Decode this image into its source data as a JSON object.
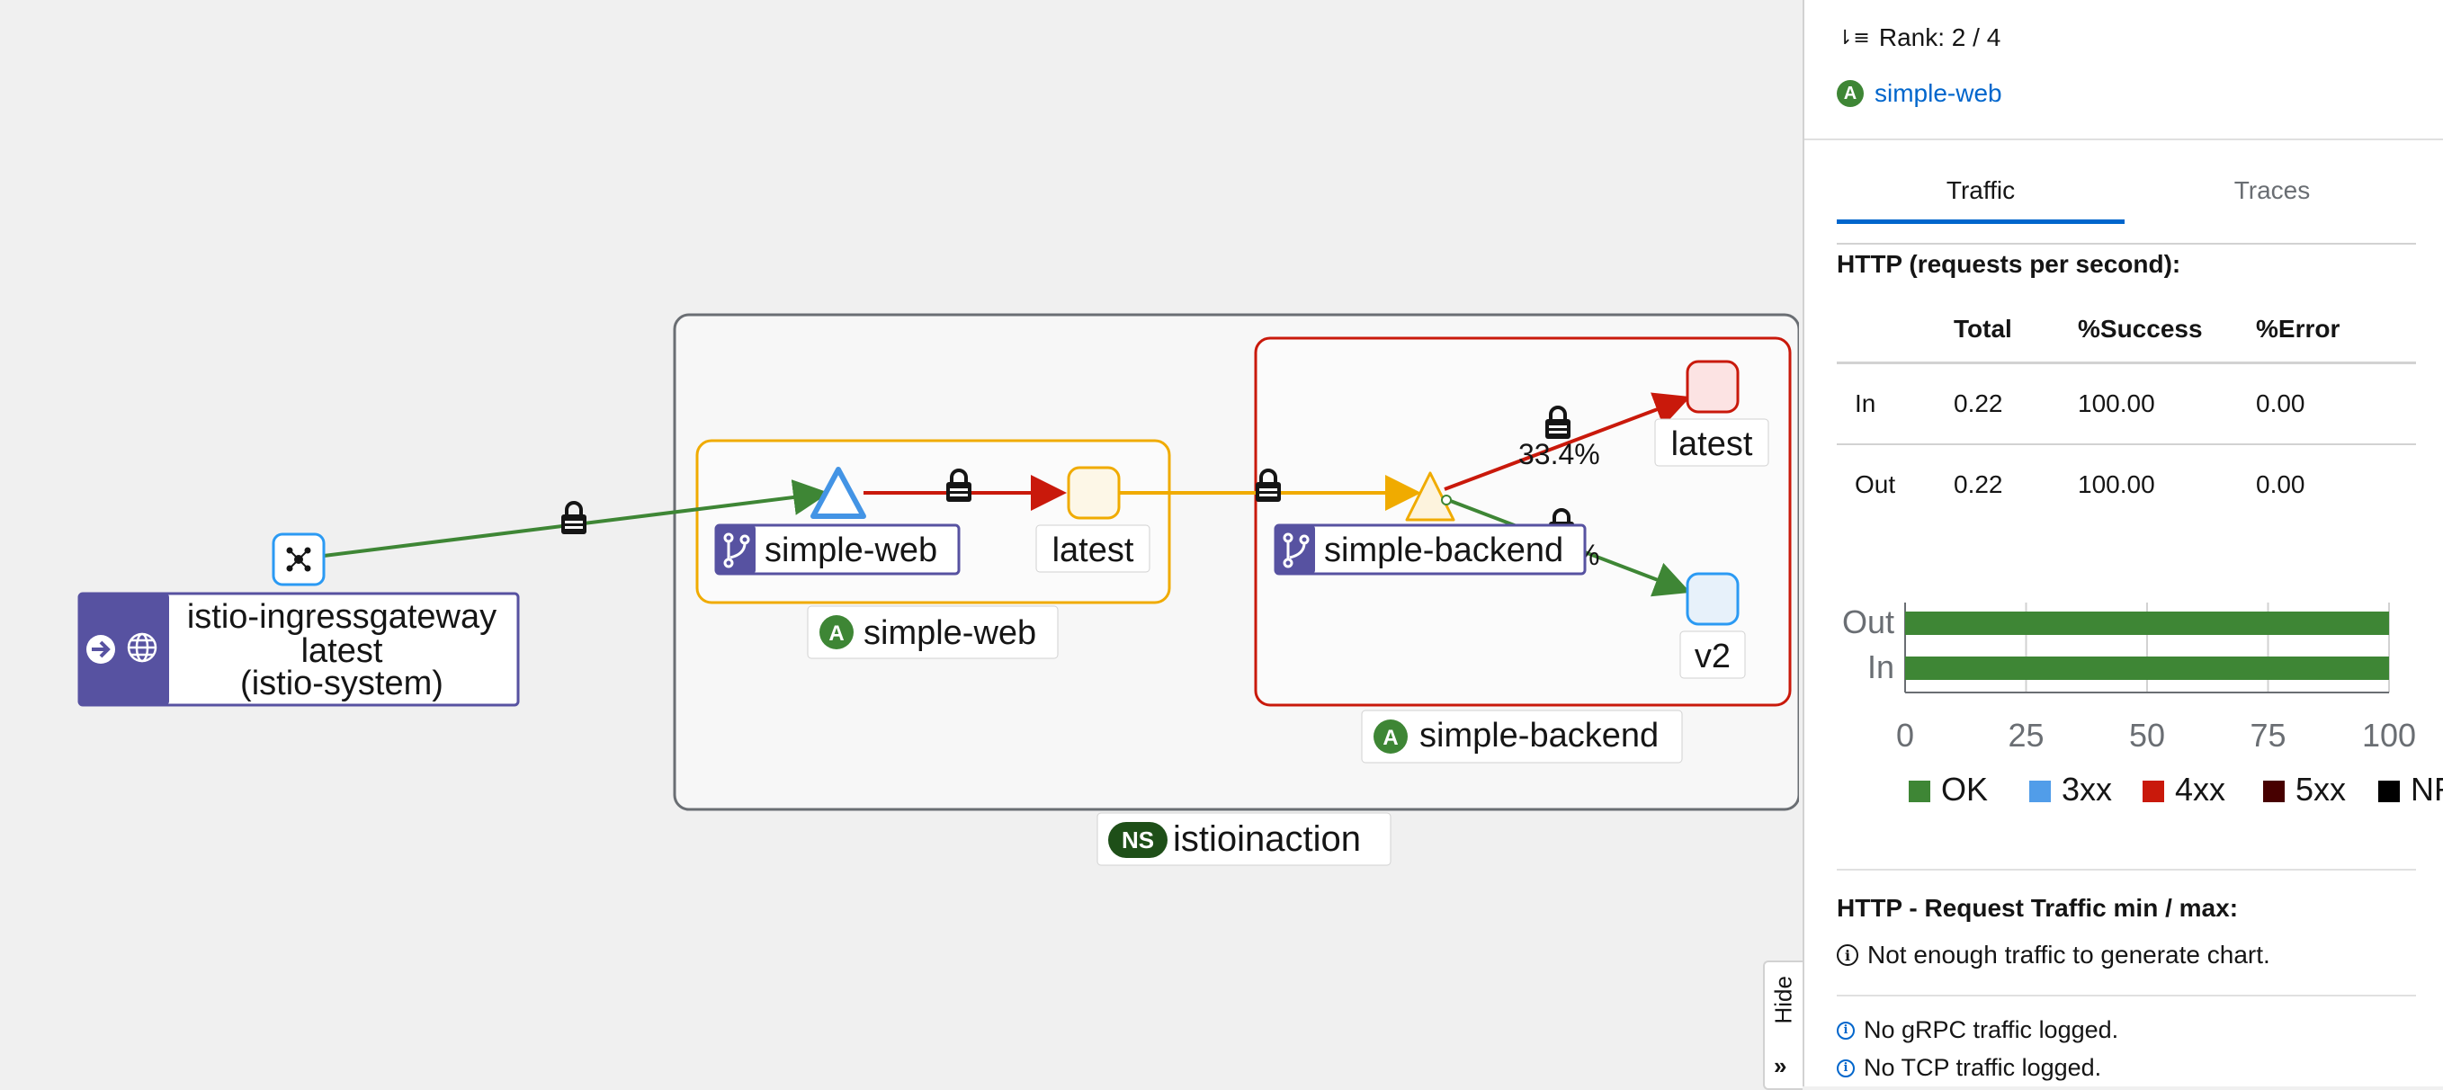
{
  "graph": {
    "namespace_badge": "NS",
    "namespace": "istioinaction",
    "ingress": {
      "line1": "istio-ingressgateway",
      "line2": "latest",
      "line3": "(istio-system)"
    },
    "web_app": {
      "badge": "A",
      "label": "simple-web",
      "workload": "simple-web",
      "version": "latest"
    },
    "backend_app": {
      "badge": "A",
      "label": "simple-backend",
      "workload": "simple-backend",
      "version_latest": "latest",
      "version_v2": "v2"
    },
    "edge_pct_top": "33.4%",
    "edge_pct_bottom": "%",
    "colors": {
      "success": "#3e8635",
      "error": "#c9190b",
      "warning": "#f0ab00",
      "accent": "#0066cc",
      "purple": "#5752a1"
    }
  },
  "panel": {
    "rank_icon": "sort-rank-icon",
    "rank": "Rank: 2 / 4",
    "app_badge": "A",
    "app_name": "simple-web",
    "tabs": [
      "Traffic",
      "Traces"
    ],
    "http_heading": "HTTP (requests per second):",
    "table": {
      "headers": [
        "",
        "Total",
        "%Success",
        "%Error"
      ],
      "rows": [
        [
          "In",
          "0.22",
          "100.00",
          "0.00"
        ],
        [
          "Out",
          "0.22",
          "100.00",
          "0.00"
        ]
      ]
    },
    "min_max_heading": "HTTP - Request Traffic min / max:",
    "not_enough": "Not enough traffic to generate chart.",
    "no_grpc": "No gRPC traffic logged.",
    "no_tcp": "No TCP traffic logged.",
    "hide_label": "Hide"
  },
  "chart_data": {
    "type": "bar",
    "orientation": "horizontal",
    "stacked": true,
    "categories": [
      "Out",
      "In"
    ],
    "series": [
      {
        "name": "OK",
        "values": [
          100,
          100
        ],
        "color": "#3e8635"
      },
      {
        "name": "3xx",
        "values": [
          0,
          0
        ],
        "color": "#519de9"
      },
      {
        "name": "4xx",
        "values": [
          0,
          0
        ],
        "color": "#c9190b"
      },
      {
        "name": "5xx",
        "values": [
          0,
          0
        ],
        "color": "#470000"
      },
      {
        "name": "NR",
        "values": [
          0,
          0
        ],
        "color": "#000000"
      }
    ],
    "xlim": [
      0,
      100
    ],
    "xticks": [
      "0",
      "25",
      "50",
      "75",
      "100"
    ],
    "grid": true,
    "legend": "bottom"
  }
}
